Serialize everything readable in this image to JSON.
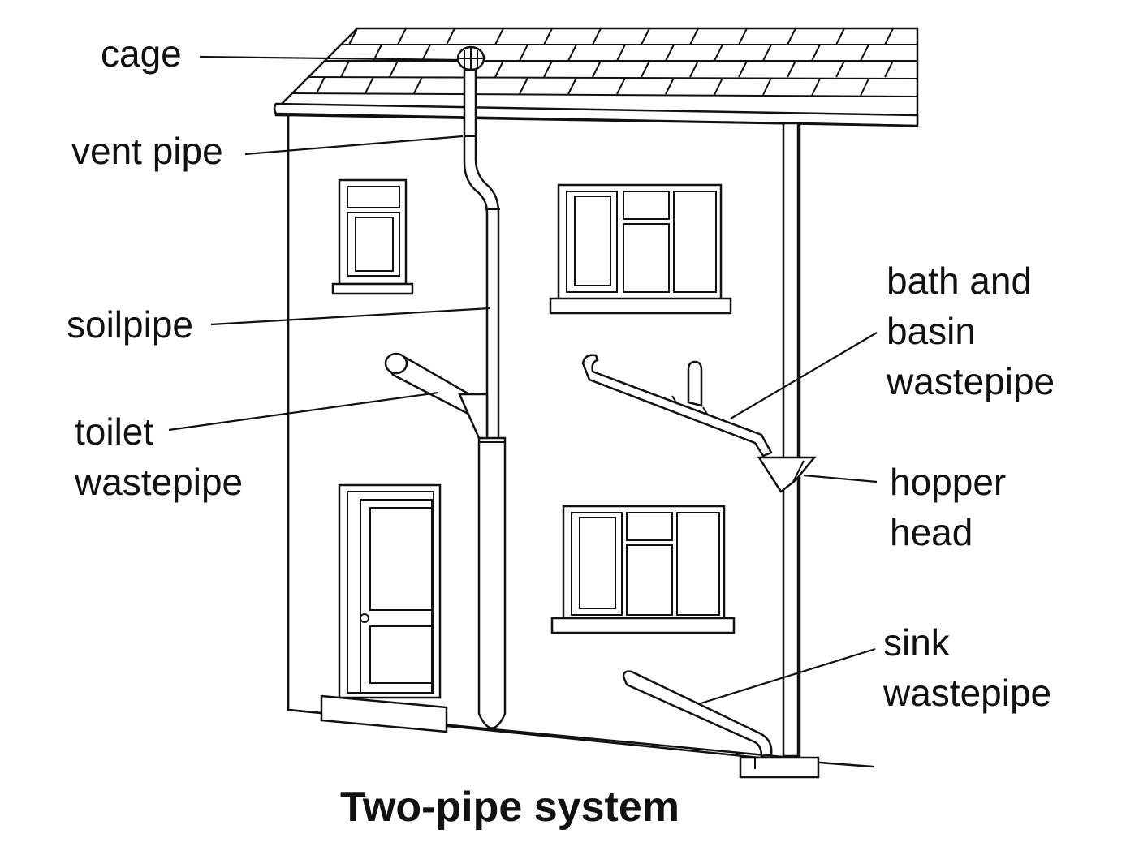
{
  "title": "Two-pipe system",
  "labels": {
    "cage": "cage",
    "vent_pipe": "vent pipe",
    "soilpipe": "soilpipe",
    "toilet_wastepipe": [
      "toilet",
      "wastepipe"
    ],
    "bath_basin_wastepipe": [
      "bath and",
      "basin",
      "wastepipe"
    ],
    "hopper_head": [
      "hopper",
      "head"
    ],
    "sink_wastepipe": [
      "sink",
      "wastepipe"
    ]
  }
}
